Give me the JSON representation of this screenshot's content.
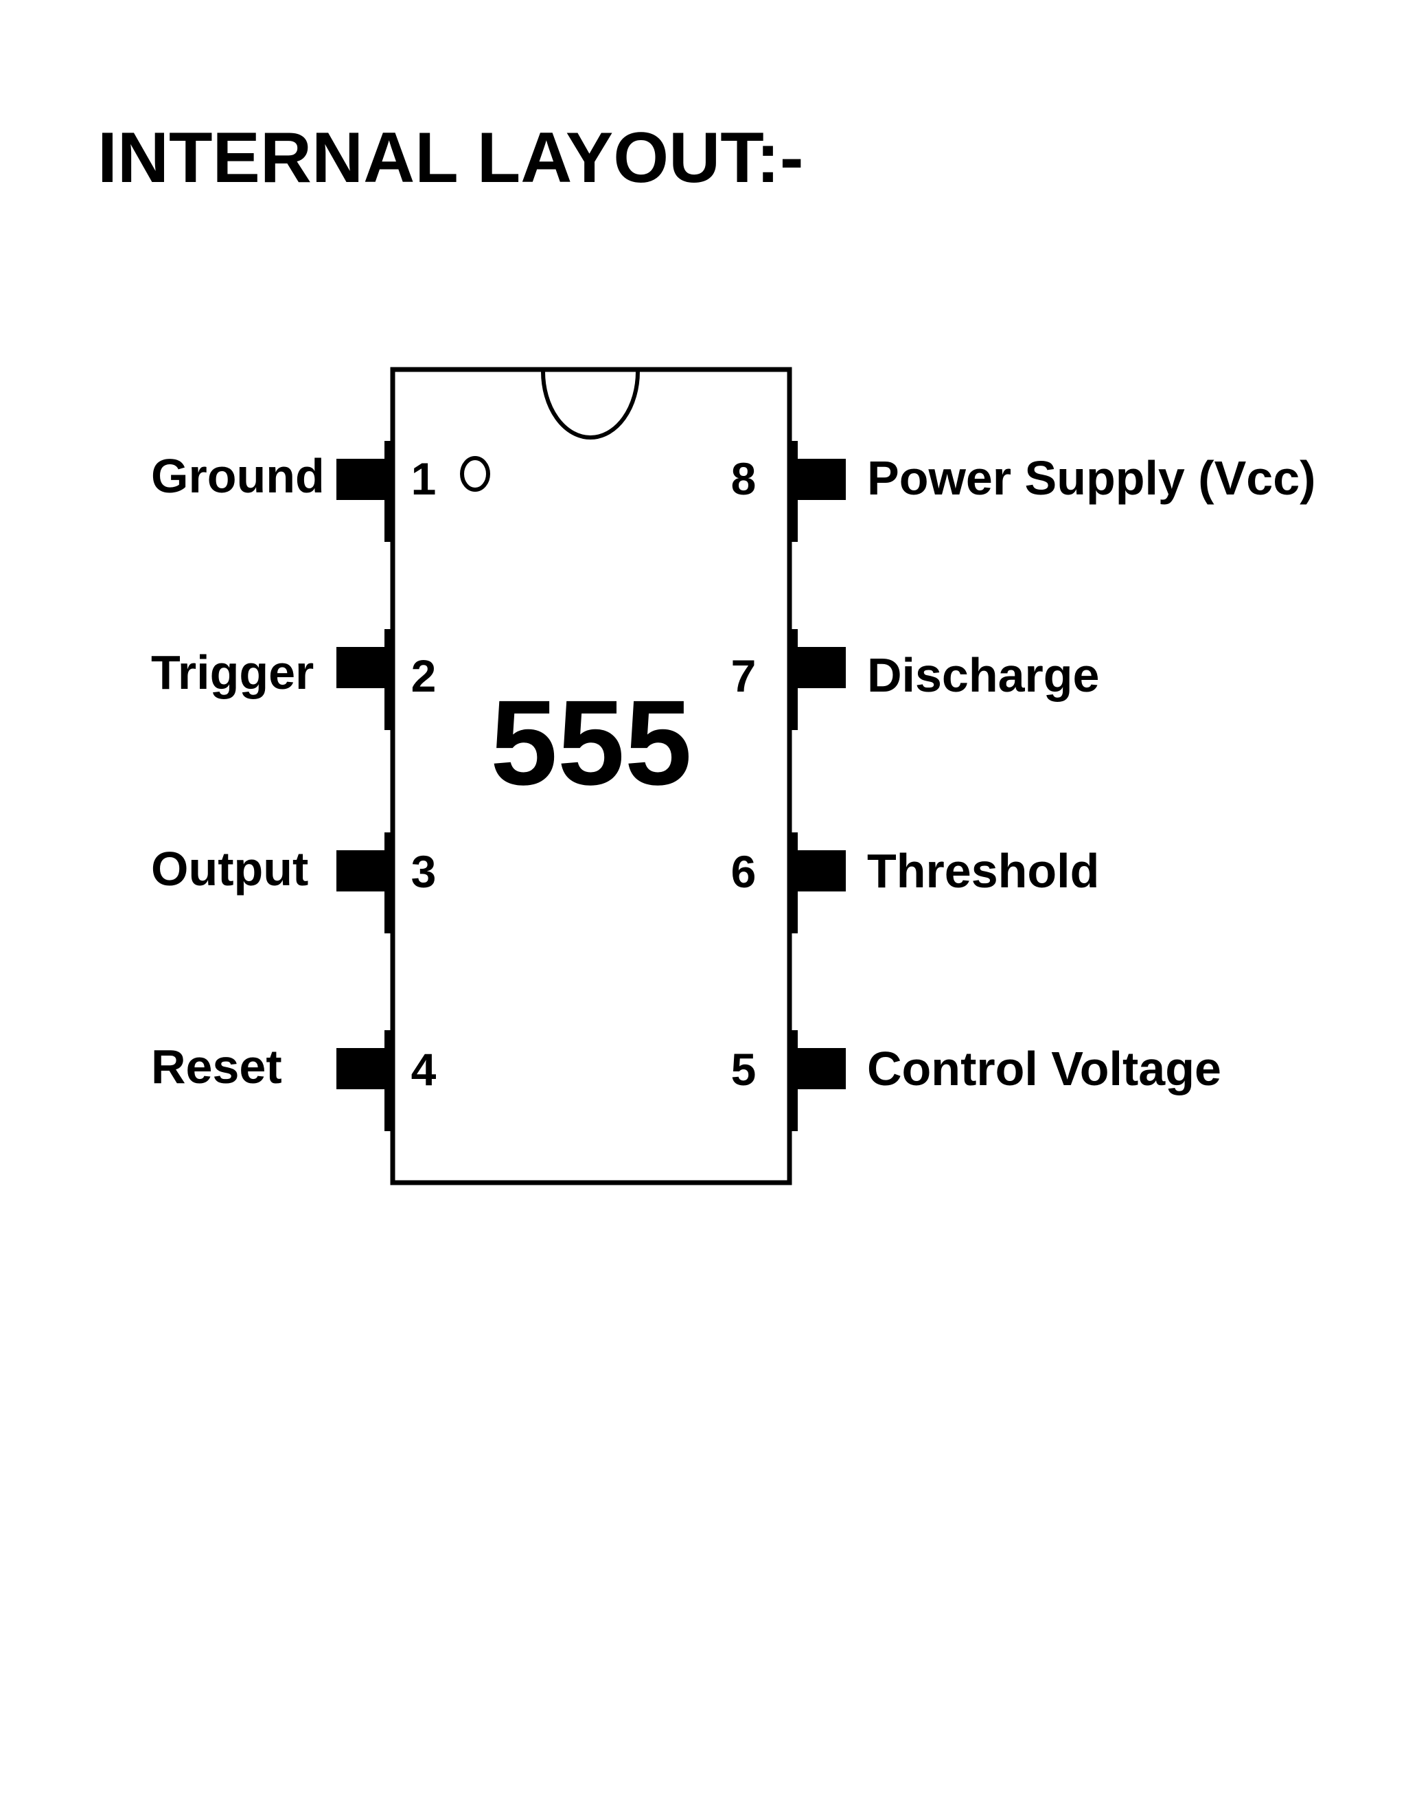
{
  "title": "INTERNAL LAYOUT:-",
  "chip": {
    "name": "555"
  },
  "pins": {
    "p1": {
      "number": "1",
      "label": "Ground"
    },
    "p2": {
      "number": "2",
      "label": "Trigger"
    },
    "p3": {
      "number": "3",
      "label": "Output"
    },
    "p4": {
      "number": "4",
      "label": "Reset"
    },
    "p5": {
      "number": "5",
      "label": "Control Voltage"
    },
    "p6": {
      "number": "6",
      "label": "Threshold"
    },
    "p7": {
      "number": "7",
      "label": "Discharge"
    },
    "p8": {
      "number": "8",
      "label": "Power Supply (Vcc)"
    }
  }
}
